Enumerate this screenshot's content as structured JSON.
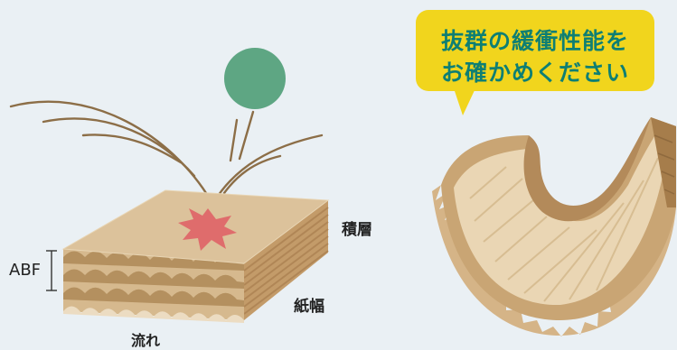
{
  "bubble": {
    "line1": "抜群の緩衝性能を",
    "line2": "お確かめください"
  },
  "labels": {
    "stack": "積層",
    "width": "紙幅",
    "flow": "流れ",
    "abf": "ABF"
  },
  "colors": {
    "background": "#eaf0f4",
    "bubble": "#f1d51d",
    "bubble_text": "#0e7f73",
    "ball": "#5ea683",
    "impact": "#df6c6c",
    "cardboard_top": "#dcc29b",
    "cardboard_side": "#c39b69",
    "cardboard_front": "#d6b98e",
    "bounce_lines": "#8c6e47"
  },
  "icons": {
    "ball": "green-ball-icon",
    "impact": "impact-burst-icon",
    "block": "cardboard-block-illustration",
    "roll": "curved-cardboard-roll-illustration"
  }
}
